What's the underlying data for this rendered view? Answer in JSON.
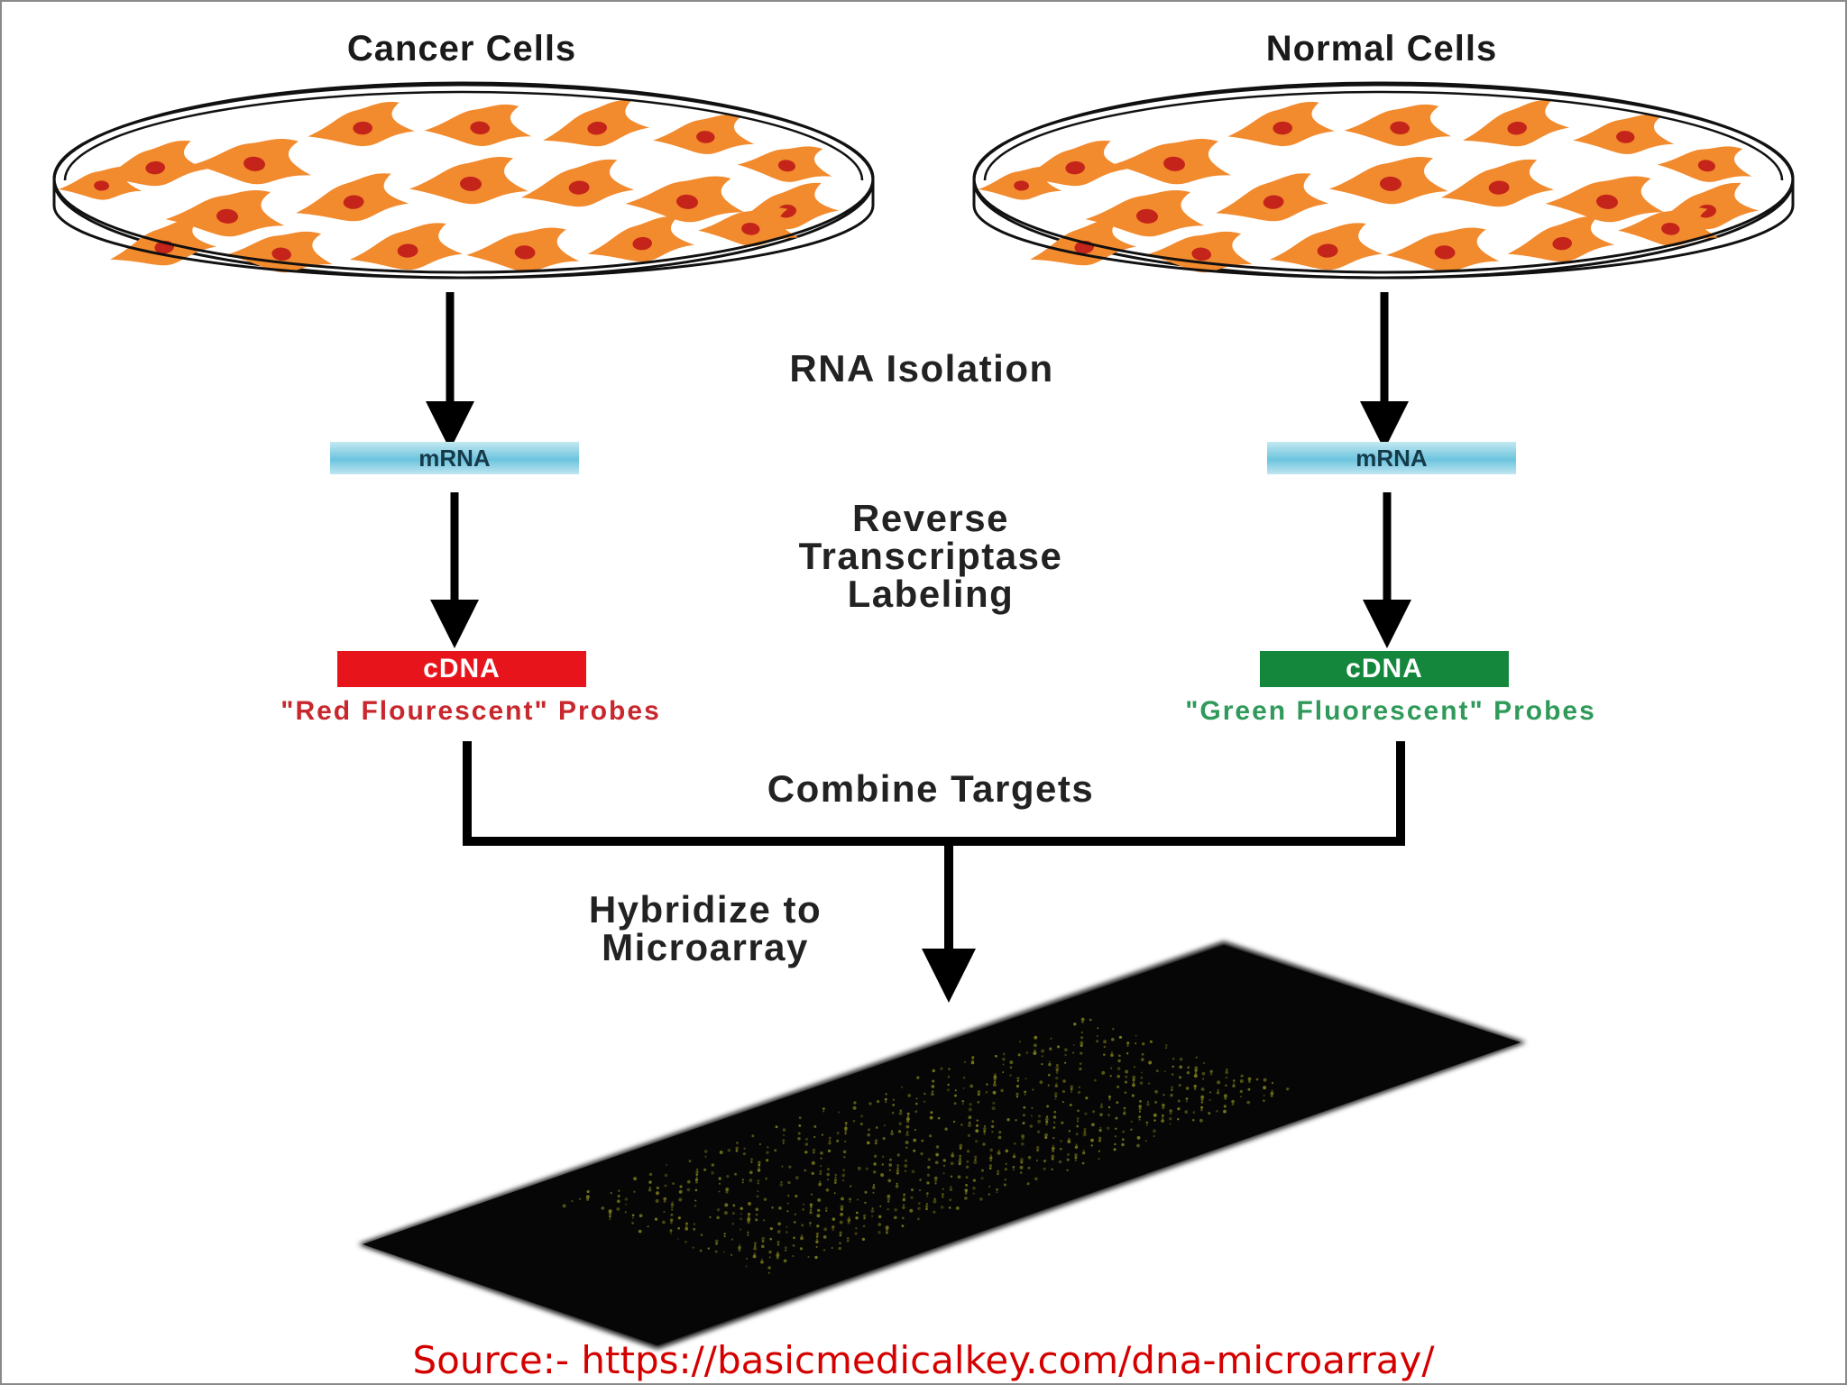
{
  "left": {
    "title": "Cancer Cells",
    "mrna": "mRNA",
    "cdna": "cDNA",
    "probe": "\"Red Flourescent\"  Probes",
    "cdna_color": "#e8141c",
    "probe_color": "#c8282d"
  },
  "right": {
    "title": "Normal Cells",
    "mrna": "mRNA",
    "cdna": "cDNA",
    "probe": "\"Green Fluorescent\"  Probes",
    "cdna_color": "#15873c",
    "probe_color": "#2f9a5a"
  },
  "steps": {
    "rna_isolation": "RNA Isolation",
    "rt_line1": "Reverse",
    "rt_line2": "Transcriptase",
    "rt_line3": "Labeling",
    "combine": "Combine Targets",
    "hyb_line1": "Hybridize to",
    "hyb_line2": "Microarray"
  },
  "source": "Source:- https://basicmedicalkey.com/dna-microarray/",
  "colors": {
    "cell": "#f28a2e",
    "nucleus": "#c4241a",
    "arrow": "#000000",
    "chip": "#0a0a0a",
    "spot": "#8a8a1e"
  }
}
